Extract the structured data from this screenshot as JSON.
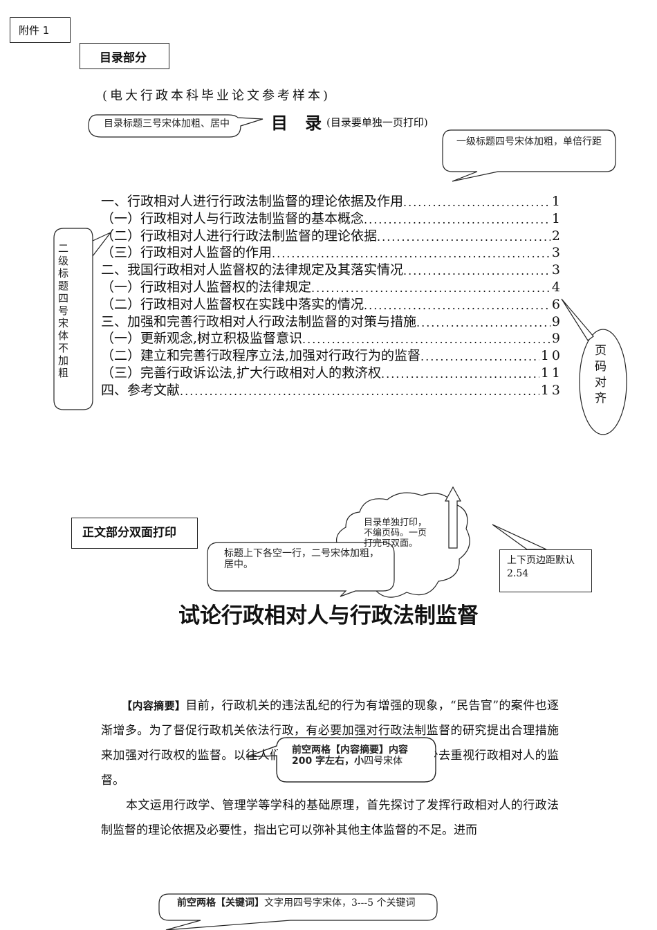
{
  "attachment_label": "附件 1",
  "toc_section_label": "目录部分",
  "sample_note": "(电大行政本科毕业论文参考样本)",
  "toc_title": "目   录",
  "toc_print_note": "(目录要单独一页打印)",
  "callouts": {
    "toc_title_format": "目录标题三号宋体加粗、居中",
    "level1_format": "一级标题四号宋体加粗，单倍行距",
    "level2_format": "二级标题四号宋体不加粗",
    "page_align": "页码对齐",
    "separate_print": "目录单独打印，不编页码。一页打完可双面。",
    "margins": "上下页边距默认 2.54",
    "title_format": "标题上下各空一行，二号宋体加粗，居中。",
    "abstract_format_bold": "前空两格【内容摘要】内容 200 字左右，小",
    "abstract_format_rest": "四号宋体",
    "keywords_format_bold": "前空两格【关键词】",
    "keywords_format_rest": "文字用四号字宋体，3---5 个关键词"
  },
  "toc": [
    {
      "text": "一、行政相对人进行行政法制监督的理论依据及作用",
      "page": "1"
    },
    {
      "text": "（一）行政相对人与行政法制监督的基本概念",
      "page": "1"
    },
    {
      "text": "（二）行政相对人进行行政法制监督的理论依据",
      "page": "2"
    },
    {
      "text": "（三）行政相对人监督的作用",
      "page": "3"
    },
    {
      "text": "二、我国行政相对人监督权的法律规定及其落实情况",
      "page": "3"
    },
    {
      "text": "（一）行政相对人监督权的法律规定",
      "page": "4"
    },
    {
      "text": "（二）行政相对人监督权在实践中落实的情况",
      "page": "6"
    },
    {
      "text": "三、加强和完善行政相对人行政法制监督的对策与措施",
      "page": "9"
    },
    {
      "text": "（一）更新观念,树立积极监督意识",
      "page": "9"
    },
    {
      "text": "（二）建立和完善行政程序立法,加强对行政行为的监督",
      "page": "10"
    },
    {
      "text": "（三）完善行政诉讼法,扩大行政相对人的救济权",
      "page": "11"
    },
    {
      "text": "四、参考文献",
      "page": "13"
    }
  ],
  "body_section_label": "正文部分双面打印",
  "paper_title": "试论行政相对人与行政法制监督",
  "abstract_label": "【内容摘要】",
  "abstract_p1": "目前，行政机关的违法乱纪的行为有增强的现象，“民告官”的案件也逐渐增多。为了督促行政机关依法行政，有必要加强对行政法制监督的研究提出合理措施来加强对行政权的监督。以往人们大都注重国家机关监督，很少去重视行政相对人的监督。",
  "abstract_p2": "本文运用行政学、管理学等学科的基础原理，首先探讨了发挥行政相对人的行政法制监督的理论依据及必要性，指出它可以弥补其他主体监督的不足。进而"
}
